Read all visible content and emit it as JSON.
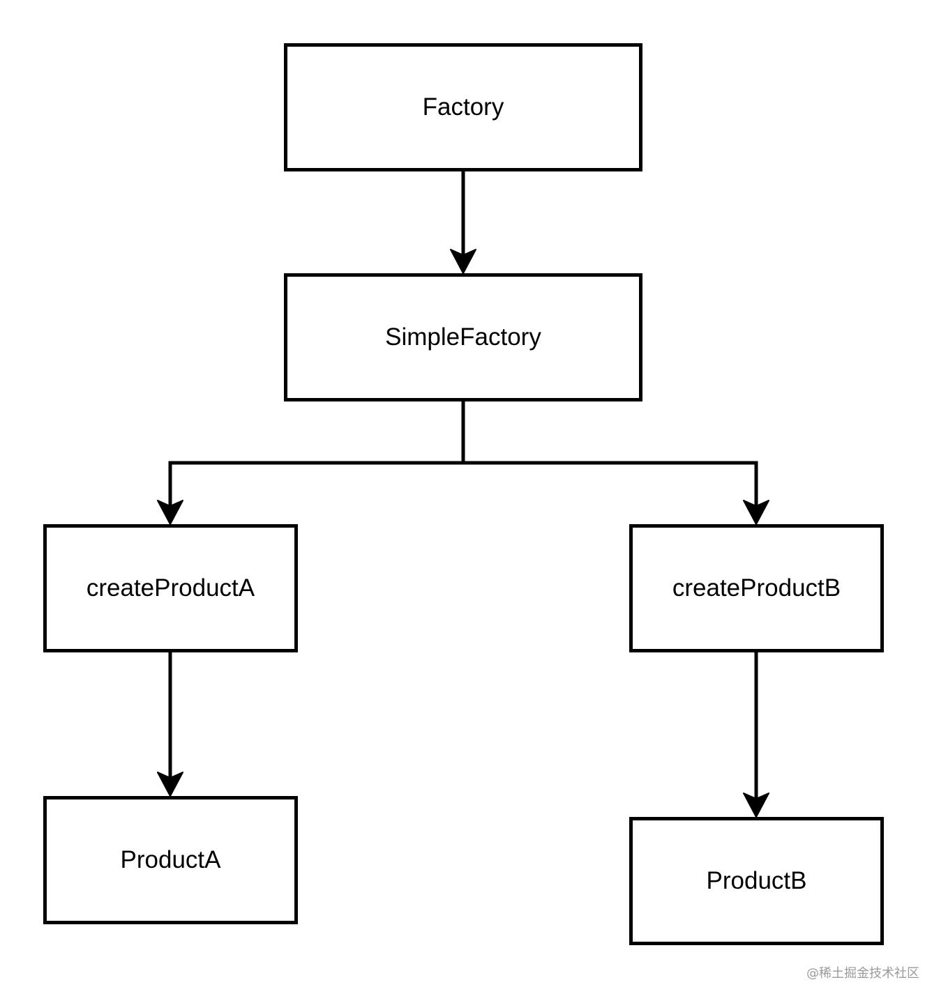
{
  "diagram": {
    "nodes": {
      "factory": "Factory",
      "simple_factory": "SimpleFactory",
      "create_product_a": "createProductA",
      "create_product_b": "createProductB",
      "product_a": "ProductA",
      "product_b": "ProductB"
    },
    "edges": [
      {
        "from": "factory",
        "to": "simple_factory"
      },
      {
        "from": "simple_factory",
        "to": "create_product_a"
      },
      {
        "from": "simple_factory",
        "to": "create_product_b"
      },
      {
        "from": "create_product_a",
        "to": "product_a"
      },
      {
        "from": "create_product_b",
        "to": "product_b"
      }
    ],
    "stroke_color": "#000000"
  },
  "watermark": "@稀土掘金技术社区"
}
